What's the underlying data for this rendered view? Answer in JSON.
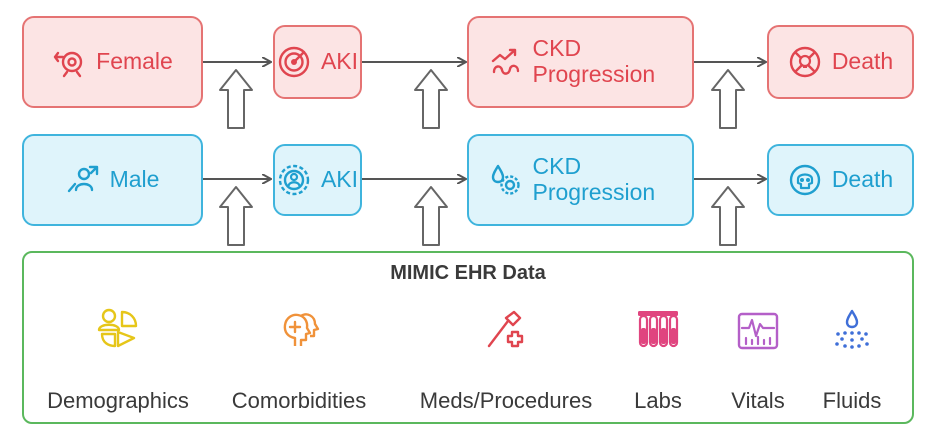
{
  "female_row": {
    "nodes": [
      {
        "label": "Female",
        "icon": "venus-swirl-icon"
      },
      {
        "label": "AKI",
        "icon": "target-icon"
      },
      {
        "label": "CKD Progression",
        "icon": "trend-arrow-icon"
      },
      {
        "label": "Death",
        "icon": "skull-crossbones-icon"
      }
    ]
  },
  "male_row": {
    "nodes": [
      {
        "label": "Male",
        "icon": "person-arrow-icon"
      },
      {
        "label": "AKI",
        "icon": "person-circle-icon"
      },
      {
        "label": "CKD Progression",
        "icon": "droplet-gear-icon"
      },
      {
        "label": "Death",
        "icon": "skull-icon"
      }
    ]
  },
  "ehr": {
    "title": "MIMIC EHR Data",
    "categories": [
      {
        "label": "Demographics",
        "icon": "demographics-pie-icon",
        "color": "#e6c619"
      },
      {
        "label": "Comorbidities",
        "icon": "heads-plus-icon",
        "color": "#f0923a"
      },
      {
        "label": "Meds/Procedures",
        "icon": "syringe-cross-icon",
        "color": "#e0454f"
      },
      {
        "label": "Labs",
        "icon": "test-tubes-icon",
        "color": "#e0457f"
      },
      {
        "label": "Vitals",
        "icon": "monitor-chart-icon",
        "color": "#b45fc8"
      },
      {
        "label": "Fluids",
        "icon": "droplet-spray-icon",
        "color": "#3f6fd8"
      }
    ]
  },
  "colors": {
    "female_fill": "#fce4e4",
    "female_border": "#e57373",
    "female_text": "#e0454f",
    "male_fill": "#dff4fb",
    "male_border": "#3fb4dd",
    "male_text": "#1f9fcf",
    "ehr_border": "#5bb85d",
    "arrow": "#555555"
  }
}
